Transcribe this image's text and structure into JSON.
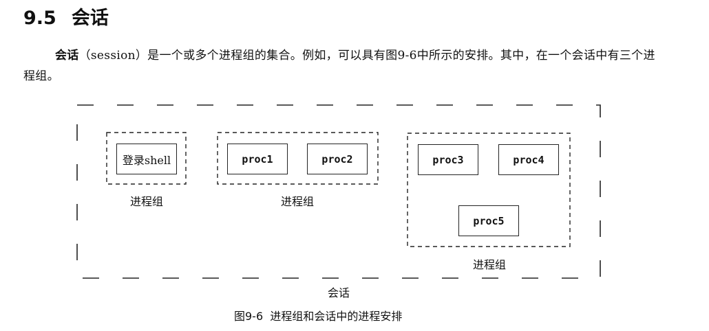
{
  "section": {
    "number": "9.5",
    "title": "会话"
  },
  "paragraph": {
    "term": "会话",
    "term_en": "（session）",
    "text": "是一个或多个进程组的集合。例如，可以具有图9-6中所示的安排。其中，在一个会话中有三个进程组。"
  },
  "diagram": {
    "session_label": "会话",
    "groups": [
      {
        "label": "进程组",
        "processes": [
          "登录shell"
        ]
      },
      {
        "label": "进程组",
        "processes": [
          "proc1",
          "proc2"
        ]
      },
      {
        "label": "进程组",
        "processes": [
          "proc3",
          "proc4",
          "proc5"
        ]
      }
    ]
  },
  "caption": {
    "number": "图9-6",
    "text": "进程组和会话中的进程安排"
  }
}
